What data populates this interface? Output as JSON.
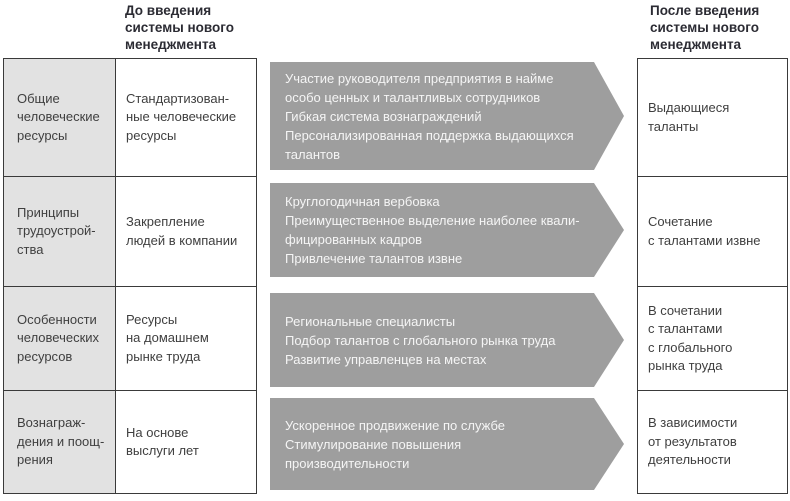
{
  "headers": {
    "before": "До введения\nсистемы нового\nменеджмента",
    "after": "После введения\nсистемы нового\nменеджмента"
  },
  "rows": [
    {
      "category": "Общие\nчеловеческие\nресурсы",
      "before": "Стандартизован-\nные человеческие\nресурсы",
      "arrow": "Участие руководителя предприятия в найме\nособо ценных и талантливых сотрудников\nГибкая система вознаграждений\nПерсонализированная поддержка выдающихся\nталантов",
      "after": "Выдающиеся\nталанты"
    },
    {
      "category": "Принципы\nтрудоустрой-\nства",
      "before": "Закрепление\nлюдей в компании",
      "arrow": "Круглогодичная вербовка\nПреимущественное выделение наиболее квали-\nфицированных кадров\nПривлечение талантов извне",
      "after": "Сочетание\nс талантами извне"
    },
    {
      "category": "Особенности\nчеловеческих\nресурсов",
      "before": "Ресурсы\nна домашнем\nрынке труда",
      "arrow": "Региональные специалисты\nПодбор талантов с глобального рынка труда\nРазвитие управленцев на местах",
      "after": "В сочетании\nс талантами\nс глобального\nрынка труда"
    },
    {
      "category": "Вознаграж-\nдения и поощ-\nрения",
      "before": "На основе\nвыслуги лет",
      "arrow": "Ускоренное продвижение по службе\nСтимулирование повышения производительности",
      "after": "В зависимости\nот результатов\nдеятельности"
    }
  ],
  "colors": {
    "arrow": "#9e9e9e",
    "arrow_text": "#f5f5f5",
    "category_bg": "#e2e2e2",
    "border": "#3a3a3a",
    "cell_text": "#3f3f3f",
    "header_text": "#2b2b33"
  }
}
